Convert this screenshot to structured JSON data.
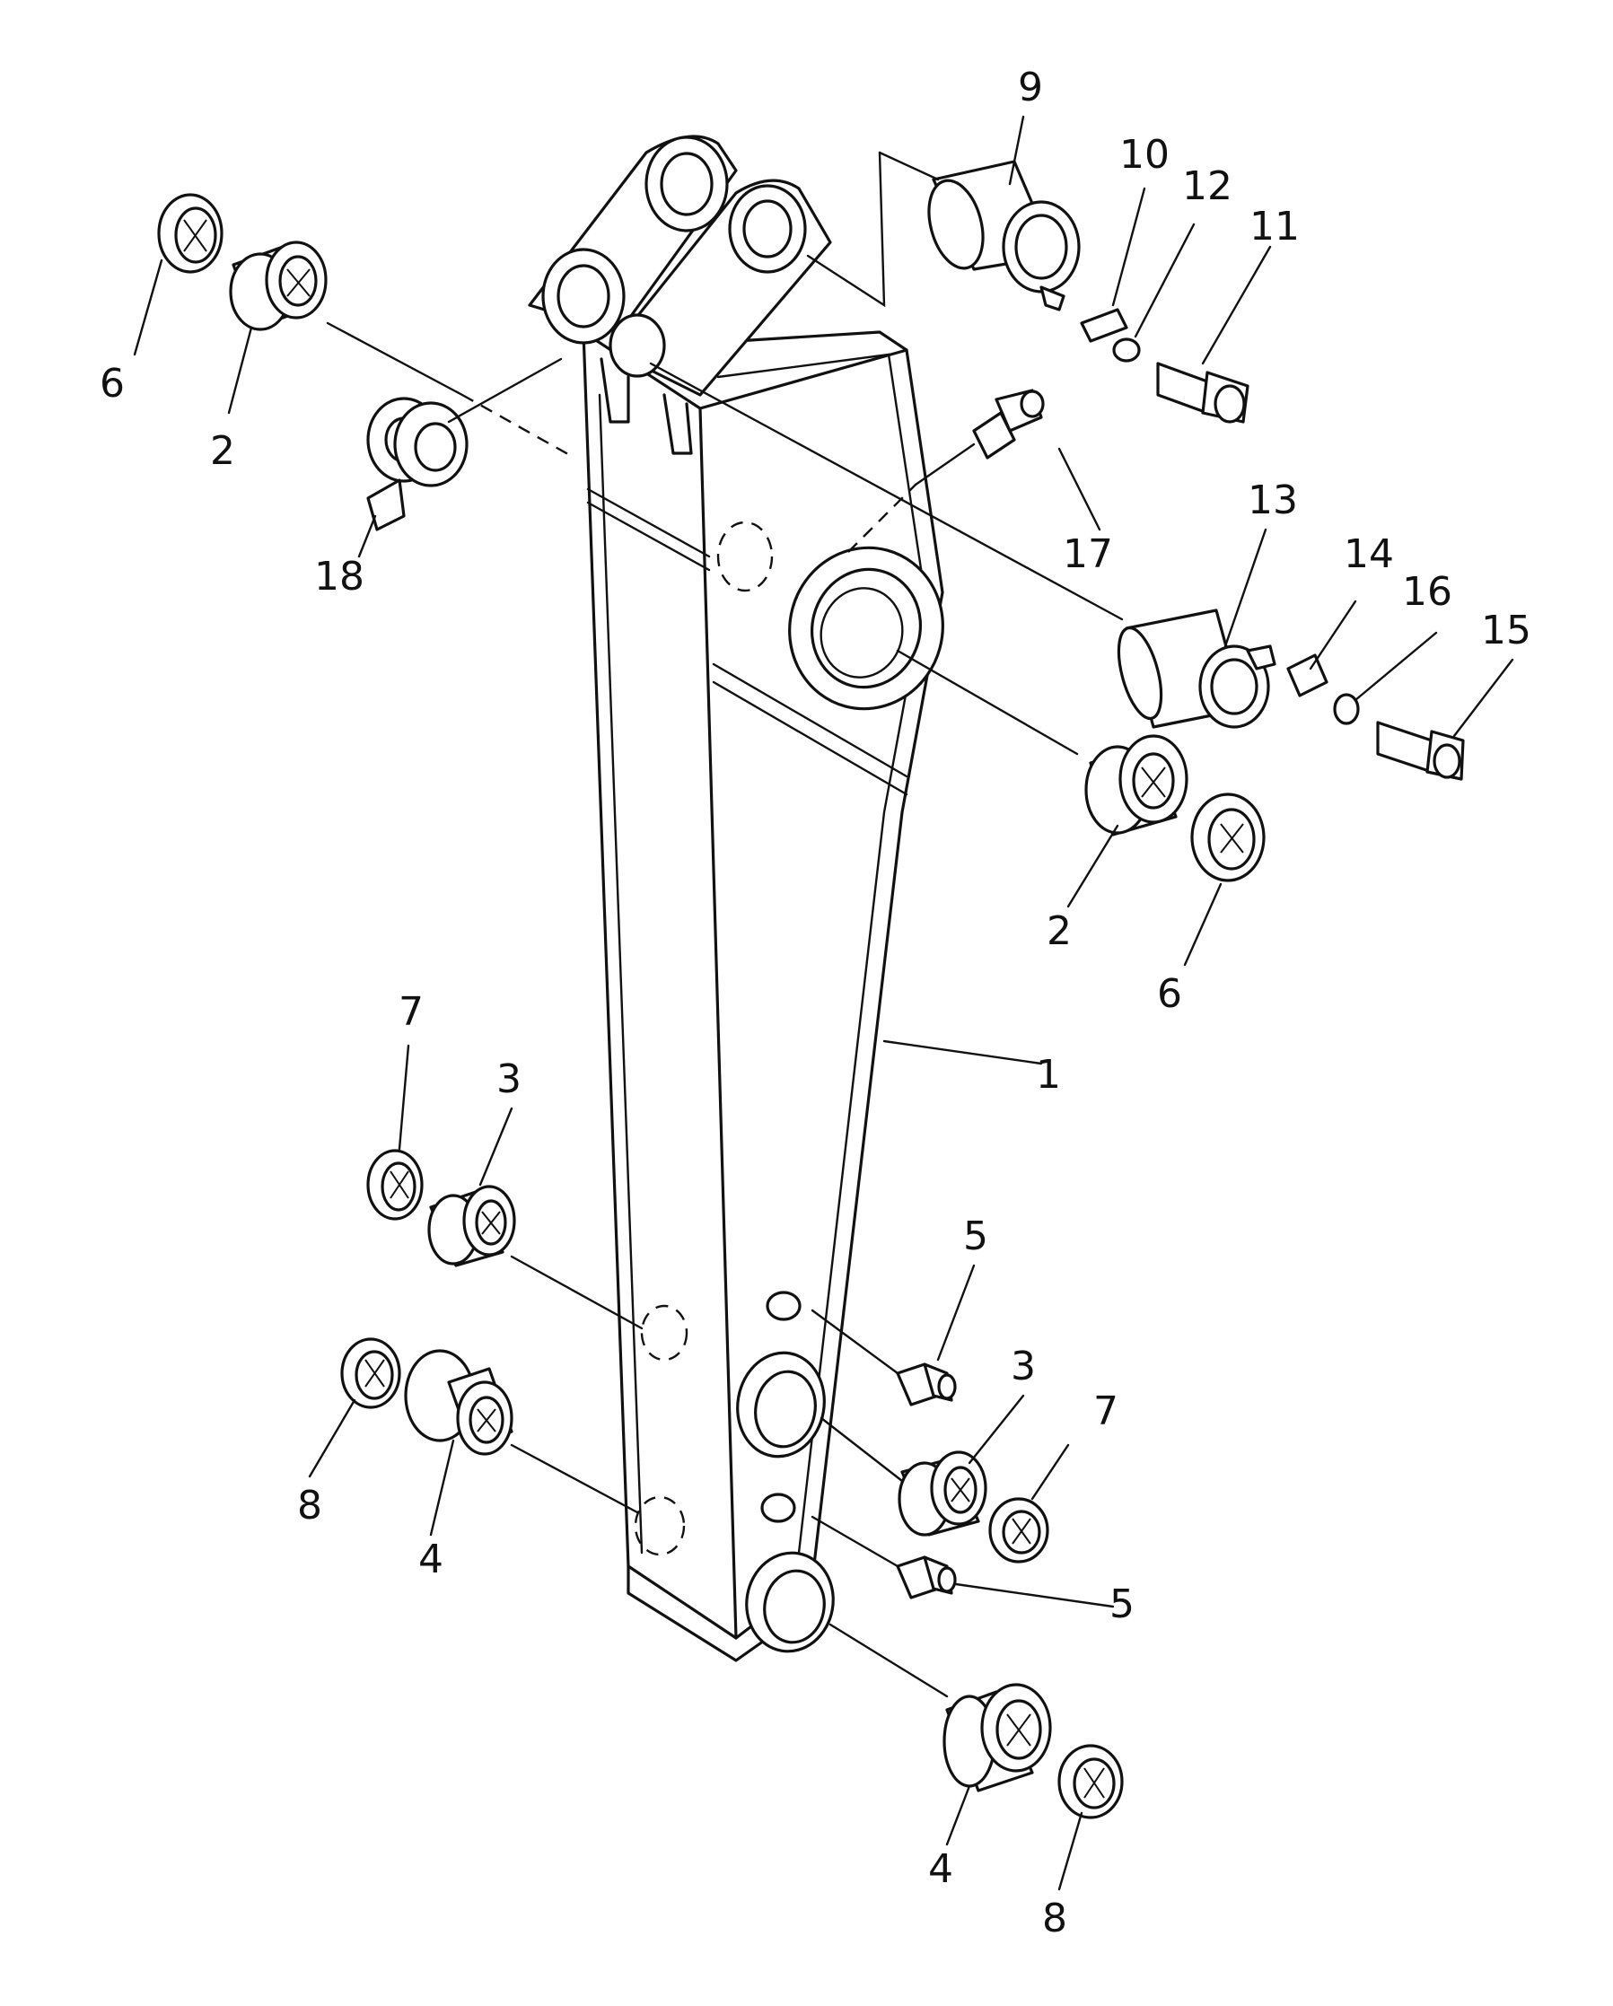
{
  "callouts": [
    {
      "id": "c1",
      "text": "1"
    },
    {
      "id": "c2a",
      "text": "2"
    },
    {
      "id": "c2b",
      "text": "2"
    },
    {
      "id": "c3a",
      "text": "3"
    },
    {
      "id": "c3b",
      "text": "3"
    },
    {
      "id": "c4a",
      "text": "4"
    },
    {
      "id": "c4b",
      "text": "4"
    },
    {
      "id": "c5a",
      "text": "5"
    },
    {
      "id": "c5b",
      "text": "5"
    },
    {
      "id": "c6a",
      "text": "6"
    },
    {
      "id": "c6b",
      "text": "6"
    },
    {
      "id": "c7a",
      "text": "7"
    },
    {
      "id": "c7b",
      "text": "7"
    },
    {
      "id": "c8a",
      "text": "8"
    },
    {
      "id": "c8b",
      "text": "8"
    },
    {
      "id": "c9",
      "text": "9"
    },
    {
      "id": "c10",
      "text": "10"
    },
    {
      "id": "c11",
      "text": "11"
    },
    {
      "id": "c12",
      "text": "12"
    },
    {
      "id": "c13",
      "text": "13"
    },
    {
      "id": "c14",
      "text": "14"
    },
    {
      "id": "c15",
      "text": "15"
    },
    {
      "id": "c16",
      "text": "16"
    },
    {
      "id": "c17",
      "text": "17"
    },
    {
      "id": "c18",
      "text": "18"
    }
  ]
}
